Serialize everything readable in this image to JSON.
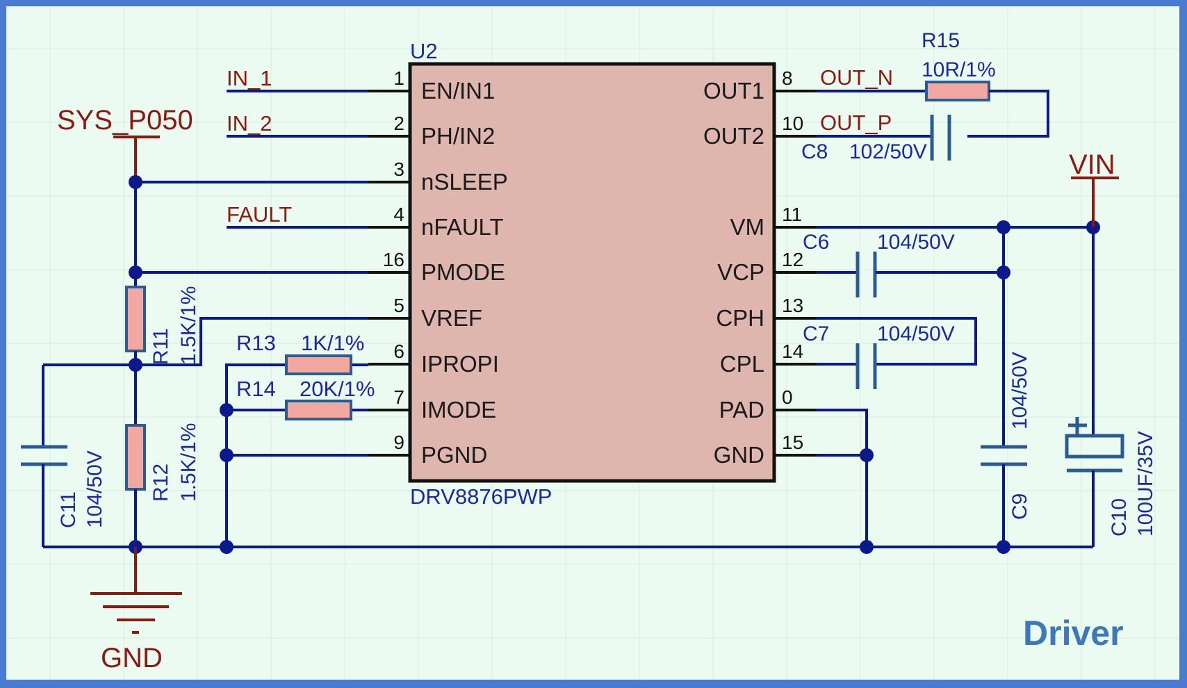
{
  "sheet_title": "Driver",
  "ic": {
    "designator": "U2",
    "part": "DRV8876PWP",
    "left_pins": [
      {
        "num": "1",
        "name": "EN/IN1"
      },
      {
        "num": "2",
        "name": "PH/IN2"
      },
      {
        "num": "3",
        "name": "nSLEEP"
      },
      {
        "num": "4",
        "name": "nFAULT"
      },
      {
        "num": "16",
        "name": "PMODE"
      },
      {
        "num": "5",
        "name": "VREF"
      },
      {
        "num": "6",
        "name": "IPROPI"
      },
      {
        "num": "7",
        "name": "IMODE"
      },
      {
        "num": "9",
        "name": "PGND"
      }
    ],
    "right_pins": [
      {
        "num": "8",
        "name": "OUT1"
      },
      {
        "num": "10",
        "name": "OUT2"
      },
      {
        "num": "11",
        "name": "VM"
      },
      {
        "num": "12",
        "name": "VCP"
      },
      {
        "num": "13",
        "name": "CPH"
      },
      {
        "num": "14",
        "name": "CPL"
      },
      {
        "num": "0",
        "name": "PAD"
      },
      {
        "num": "15",
        "name": "GND"
      }
    ]
  },
  "nets": {
    "in1": "IN_1",
    "in2": "IN_2",
    "fault": "FAULT",
    "out_n": "OUT_N",
    "out_p": "OUT_P"
  },
  "power": {
    "sys": "SYS_P050",
    "vin": "VIN",
    "gnd": "GND"
  },
  "components": {
    "r11": {
      "ref": "R11",
      "value": "1.5K/1%"
    },
    "r12": {
      "ref": "R12",
      "value": "1.5K/1%"
    },
    "r13": {
      "ref": "R13",
      "value": "1K/1%"
    },
    "r14": {
      "ref": "R14",
      "value": "20K/1%"
    },
    "r15": {
      "ref": "R15",
      "value": "10R/1%"
    },
    "c6": {
      "ref": "C6",
      "value": "104/50V"
    },
    "c7": {
      "ref": "C7",
      "value": "104/50V"
    },
    "c8": {
      "ref": "C8",
      "value": "102/50V"
    },
    "c9": {
      "ref": "C9",
      "value": "104/50V"
    },
    "c10": {
      "ref": "C10",
      "value": "100UF/35V"
    },
    "c11": {
      "ref": "C11",
      "value": "104/50V"
    }
  },
  "colors": {
    "frame": "#4a7bd0",
    "sheet": "#ecfbf2",
    "wire": "#0a1a8a",
    "power_symbol": "#8a1a10",
    "ic_body": "#dfb6ad",
    "resistor_fill": "#f1a8a0",
    "title": "#3d79b8"
  }
}
